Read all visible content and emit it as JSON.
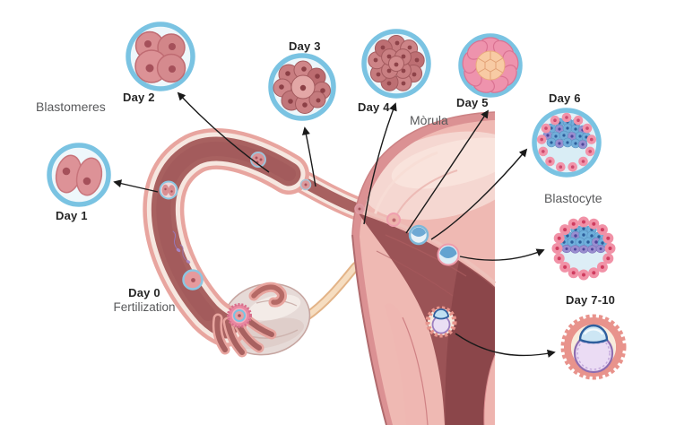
{
  "figure": {
    "description": "Embryo development stages from fertilization (Day 0) to implantation (Day 7-10) shown along the fallopian tube and uterus"
  },
  "stages": [
    {
      "id": "day0",
      "label": "Day 0",
      "sublabel": "Fertilization"
    },
    {
      "id": "day1",
      "label": "Day 1",
      "group": "Blastomeres"
    },
    {
      "id": "day2",
      "label": "Day 2"
    },
    {
      "id": "day3",
      "label": "Day 3"
    },
    {
      "id": "day4",
      "label": "Day 4",
      "group": "Mòrula"
    },
    {
      "id": "day5",
      "label": "Day 5"
    },
    {
      "id": "day6",
      "label": "Day 6",
      "group": "Blastocyte"
    },
    {
      "id": "day710",
      "label": "Day 7-10"
    }
  ],
  "colors": {
    "background": "#ffffff",
    "label_dark": "#262626",
    "label_gray": "#58595b",
    "arrow": "#1a1a1a",
    "tube_outer": "#e8a59f",
    "tube_lining": "#f6e7e0",
    "tube_lumen": "#a86160",
    "uterus_wall": "#db9193",
    "uterus_wall_light": "#efb9b3",
    "uterus_fundus_pale": "#f5d7d1",
    "uterus_cavity": "#9b5356",
    "uterus_cavity_deep": "#8b464a",
    "ovary": "#e6dad7",
    "ligament": "#f3d8b9",
    "zona_ring_blue": "#7ac3e2",
    "cell_pink": "#d98e92",
    "cell_nucleus": "#a5505a",
    "morula_cell": "#c67b7e",
    "day5_ring_pink": "#ee93ad",
    "day5_center_peach": "#f8cba4",
    "trophoblast_pink": "#f192a7",
    "icm_blue": "#6fb0dc",
    "icm_purple": "#998ed0",
    "blastocoel_blue": "#ddeef6",
    "implant_outer_salmon": "#e8938c",
    "implant_cream": "#f8ecdc",
    "implant_lavender": "#ebdcf4",
    "implant_dome_blue": "#cde6f4"
  }
}
